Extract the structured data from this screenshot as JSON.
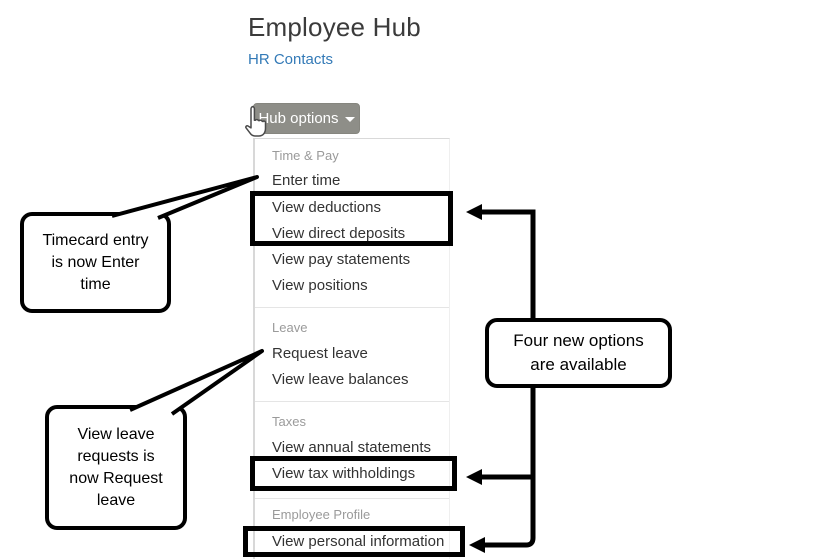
{
  "page": {
    "title": "Employee Hub",
    "link": "HR Contacts"
  },
  "hub_button": {
    "label": "Hub options",
    "icon": "caret-down-icon"
  },
  "menu": {
    "sections": [
      {
        "header": "Time & Pay",
        "items": [
          {
            "label": "Enter time"
          },
          {
            "label": "View deductions",
            "highlighted": true
          },
          {
            "label": "View direct deposits",
            "highlighted": true
          },
          {
            "label": "View pay statements"
          },
          {
            "label": "View positions"
          }
        ]
      },
      {
        "header": "Leave",
        "items": [
          {
            "label": "Request leave"
          },
          {
            "label": "View leave balances"
          }
        ]
      },
      {
        "header": "Taxes",
        "items": [
          {
            "label": "View annual statements"
          },
          {
            "label": "View tax withholdings",
            "highlighted": true
          }
        ]
      },
      {
        "header": "Employee Profile",
        "items": [
          {
            "label": "View personal information",
            "highlighted": true
          }
        ]
      }
    ]
  },
  "callouts": {
    "timecard": "Timecard entry is now Enter time",
    "leave": "View leave requests is now Request leave",
    "new_options": "Four new options are available"
  },
  "colors": {
    "button_bg": "#8e8e88",
    "link": "#337ab7",
    "section_header_text": "#9a9a9a",
    "menu_item_text": "#333333",
    "annotation": "#000000"
  }
}
